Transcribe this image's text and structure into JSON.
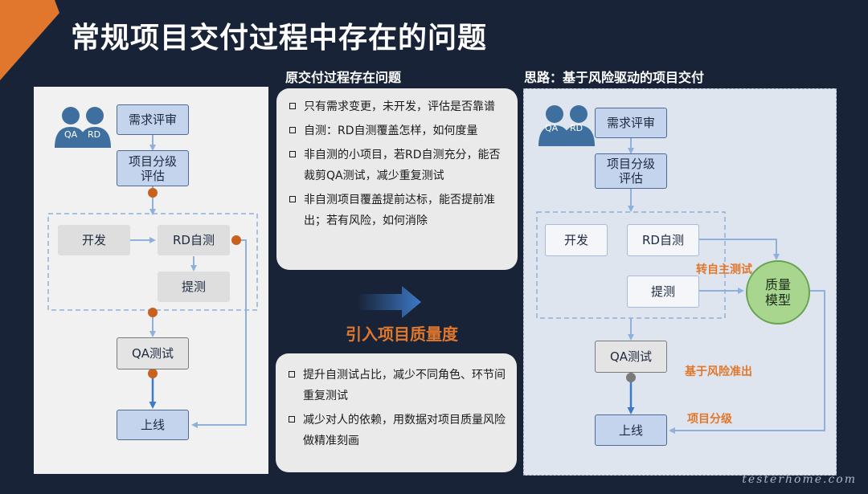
{
  "title": "常规项目交付过程中存在的问题",
  "left_flow": {
    "qa_label": "QA",
    "rd_label": "RD",
    "review": "需求评审",
    "grading": "项目分级\n评估",
    "develop": "开发",
    "rd_self_test": "RD自测",
    "submit_test": "提测",
    "qa_test": "QA测试",
    "launch": "上线"
  },
  "middle": {
    "problems_title": "原交付过程存在问题",
    "problems": [
      "只有需求变更，未开发，评估是否靠谱",
      "自测：RD自测覆盖怎样，如何度量",
      "非自测的小项目，若RD自测充分，能否裁剪QA测试，减少重复测试",
      "非自测项目覆盖提前达标，能否提前准出；若有风险，如何消除"
    ],
    "intro": "引入项目质量度",
    "benefits": [
      "提升自测试占比，减少不同角色、环节间重复测试",
      "减少对人的依赖，用数据对项目质量风险做精准刻画"
    ]
  },
  "right_flow": {
    "title": "思路：基于风险驱动的项目交付",
    "qa_label": "QA",
    "rd_label": "RD",
    "review": "需求评审",
    "grading": "项目分级\n评估",
    "develop": "开发",
    "rd_self_test": "RD自测",
    "submit_test": "提测",
    "quality_model": "质量\n模型",
    "to_self_test": "转自主测试",
    "qa_test": "QA测试",
    "risk_exit": "基于风险准出",
    "launch": "上线",
    "project_grading": "项目分级"
  },
  "watermark": "testerhome.com",
  "colors": {
    "background": "#182337",
    "accent_orange": "#e0772d",
    "box_blue": "#c5d4ed",
    "arrow_blue": "#3c79c7"
  }
}
